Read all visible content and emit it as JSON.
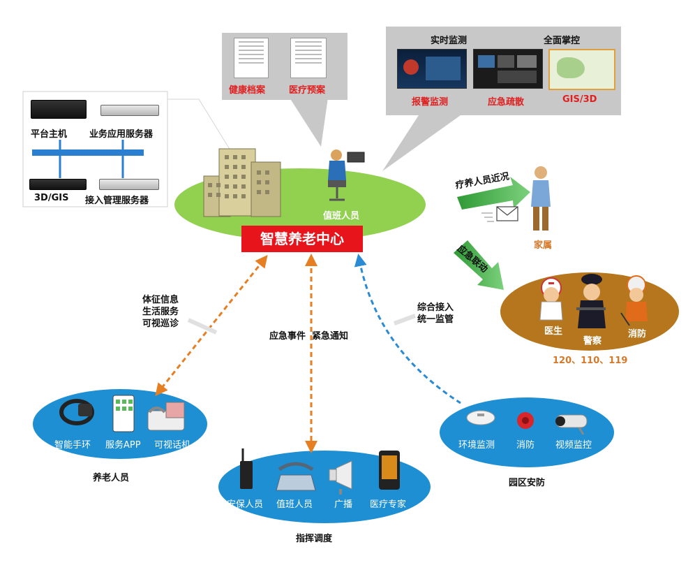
{
  "center": {
    "title": "智慧养老中心",
    "staff_label": "值班人员"
  },
  "servers": {
    "top_left": "平台主机",
    "top_right": "业务应用服务器",
    "bottom_left": "3D/GIS",
    "bottom_right": "接入管理服务器"
  },
  "docs_panel": {
    "item1": "健康档案",
    "item2": "医疗预案"
  },
  "monitor_panel": {
    "header1": "实时监测",
    "header2": "全面掌控",
    "item1": "报警监测",
    "item2": "应急疏散",
    "item3": "GIS/3D"
  },
  "family": {
    "arrow_label": "疗养人员近况",
    "person_label": "家属"
  },
  "emergency": {
    "arrow_label": "应急联动",
    "doctor": "医生",
    "police": "警察",
    "fire": "消防",
    "numbers": "120、110、119"
  },
  "links": {
    "left_line1": "体征信息",
    "left_line2": "生活服务",
    "left_line3": "可视巡诊",
    "middle": "应急事件  紧急通知",
    "right_line1": "综合接入",
    "right_line2": "统一监管"
  },
  "elderly": {
    "item1": "智能手环",
    "item2": "服务APP",
    "item3": "可视话机",
    "caption": "养老人员"
  },
  "dispatch": {
    "item1": "安保人员",
    "item2": "值班人员",
    "item3": "广播",
    "item4": "医疗专家",
    "caption": "指挥调度"
  },
  "security": {
    "item1": "环境监测",
    "item2": "消防",
    "item3": "视频监控",
    "caption": "园区安防"
  },
  "colors": {
    "green_ellipse": "#92d050",
    "blue_ellipse": "#1f8fd4",
    "brown_ellipse": "#b5761d",
    "title_red": "#e8141b",
    "arrow_orange": "#e67e22",
    "arrow_blue": "#2a8ad4",
    "arrow_green": "#3daa3d"
  }
}
